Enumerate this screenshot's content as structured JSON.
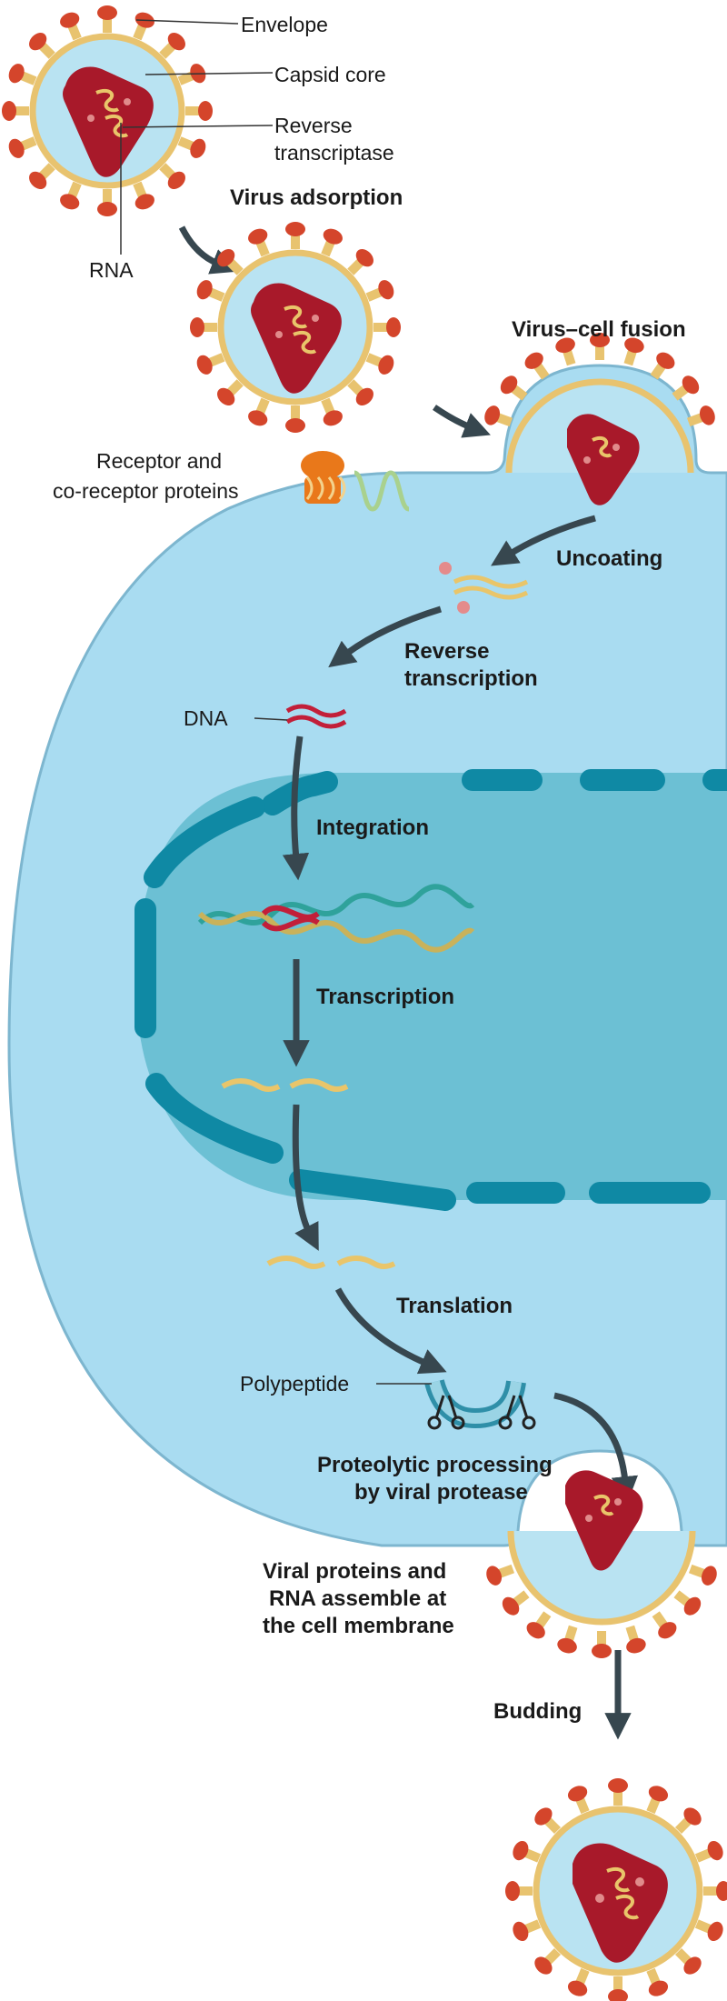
{
  "labels": {
    "envelope": "Envelope",
    "capsid_core": "Capsid core",
    "reverse_transcriptase_1": "Reverse",
    "reverse_transcriptase_2": "transcriptase",
    "rna": "RNA",
    "receptor_1": "Receptor and",
    "receptor_2": "co-receptor proteins",
    "dna": "DNA",
    "polypeptide": "Polypeptide"
  },
  "steps": {
    "virus_adsorption": "Virus adsorption",
    "virus_cell_fusion": "Virus–cell fusion",
    "uncoating": "Uncoating",
    "reverse_transcription_1": "Reverse",
    "reverse_transcription_2": "transcription",
    "integration": "Integration",
    "transcription": "Transcription",
    "translation": "Translation",
    "proteolytic_1": "Proteolytic processing",
    "proteolytic_2": "by viral protease",
    "assemble_1": "Viral proteins and",
    "assemble_2": "RNA assemble at",
    "assemble_3": "the cell membrane",
    "budding": "Budding"
  },
  "colors": {
    "cytoplasm": "#a9dcf1",
    "nucleus": "#6cc0d4",
    "nuclear_envelope": "#0f89a4",
    "capsid": "#a8192a",
    "spike": "#d4452b",
    "stalk": "#e8c36f",
    "arrow": "#37474f",
    "rna": "#e9c56a",
    "dna": "#c21f39"
  }
}
